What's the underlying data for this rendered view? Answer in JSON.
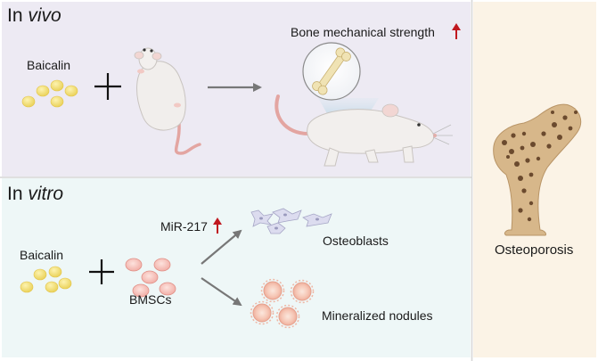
{
  "in_vivo": {
    "prefix": "In",
    "word": "vivo",
    "compound": "Baicalin",
    "result": "Bone mechanical strength"
  },
  "in_vitro": {
    "prefix": "In",
    "word": "vitro",
    "compound": "Baicalin",
    "cells": "BMSCs",
    "mirna": "MiR-217",
    "outcome_1": "Osteoblasts",
    "outcome_2": "Mineralized nodules"
  },
  "disease": {
    "label": "Osteoporosis"
  },
  "colors": {
    "vivo_panel": "#edeaf3",
    "vitro_panel": "#eef7f7",
    "side_panel": "#fbf3e6",
    "up_arrow": "#c0181f",
    "pill": "#f3dd6a",
    "cell": "#f4b9b2",
    "bone": "#d7b78a"
  },
  "icons": {
    "up_arrow": "red-up-arrow-icon",
    "plus": "plus-icon",
    "process_arrow": "right-arrow-icon"
  }
}
